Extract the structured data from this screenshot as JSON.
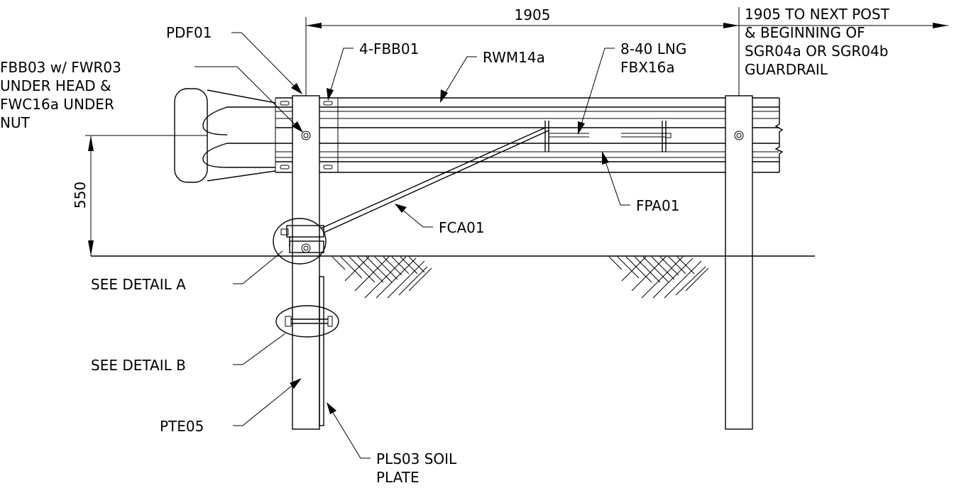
{
  "dimensions": {
    "top": "1905",
    "next_post": "1905 TO NEXT POST",
    "height": "550"
  },
  "labels": {
    "pdf01": "PDF01",
    "fbb03": [
      "FBB03 w/ FWR03",
      "UNDER HEAD &",
      "FWC16a UNDER",
      "NUT"
    ],
    "fbb01": "4-FBB01",
    "rwm14a": "RWM14a",
    "fbx16a": [
      "8-40 LNG",
      "FBX16a"
    ],
    "next_post_note": [
      "& BEGINNING OF",
      "SGR04a OR SGR04b",
      "GUARDRAIL"
    ],
    "fpa01": "FPA01",
    "fca01": "FCA01",
    "detail_a": "SEE DETAIL A",
    "detail_b": "SEE DETAIL B",
    "pte05": "PTE05",
    "pls03": [
      "PLS03 SOIL",
      "PLATE"
    ]
  }
}
